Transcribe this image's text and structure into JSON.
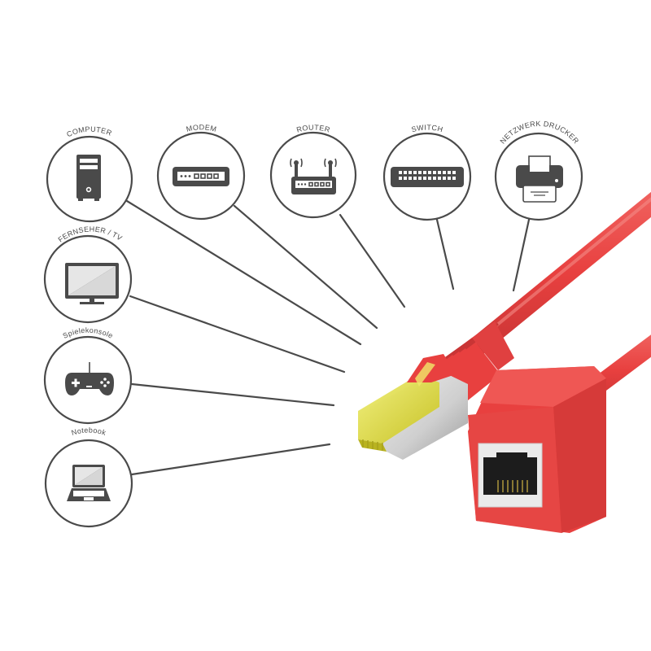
{
  "colors": {
    "outline": "#4a4a4a",
    "cable_red": "#e8403f",
    "cable_red_dark": "#c92f2f",
    "plug_yellow": "#d6d62a",
    "shield_silver": "#c8c8c8",
    "background": "#ffffff"
  },
  "devices": [
    {
      "id": "computer",
      "label": "COMPUTER",
      "icon": "computer-tower-icon"
    },
    {
      "id": "modem",
      "label": "MODEM",
      "icon": "modem-icon"
    },
    {
      "id": "router",
      "label": "ROUTER",
      "icon": "router-icon"
    },
    {
      "id": "switch",
      "label": "SWITCH",
      "icon": "network-switch-icon"
    },
    {
      "id": "printer",
      "label": "NETZWERK DRUCKER",
      "icon": "printer-icon"
    },
    {
      "id": "tv",
      "label": "FERNSEHER / TV",
      "icon": "tv-monitor-icon"
    },
    {
      "id": "console",
      "label": "Spielekonsole",
      "icon": "gamepad-icon"
    },
    {
      "id": "notebook",
      "label": "Notebook",
      "icon": "laptop-icon"
    }
  ],
  "product": {
    "male_connector": "rj45-plug",
    "female_connector": "rj45-coupler-socket",
    "cable_color": "red"
  }
}
